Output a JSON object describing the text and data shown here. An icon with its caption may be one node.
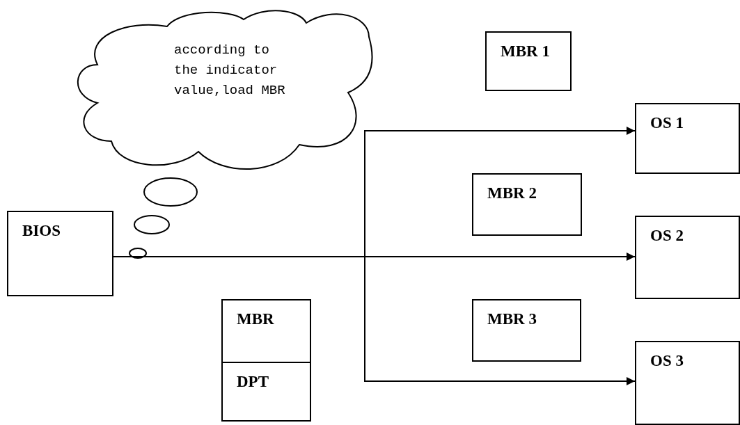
{
  "diagram": {
    "nodes": [
      {
        "text": [
          "according to the indicator value,load MBR"
        ]
      },
      {
        "text": [
          "MBR 1"
        ]
      },
      {
        "text": [
          "OS 1"
        ]
      },
      {
        "text": [
          "MBR 2"
        ]
      },
      {
        "text": [
          "BIOS"
        ]
      },
      {
        "text": [
          "OS 2"
        ]
      },
      {
        "text": [
          "MBR"
        ]
      },
      {
        "text": [
          "DPT"
        ]
      },
      {
        "text": [
          "MBR 3"
        ]
      },
      {
        "text": [
          "OS 3"
        ]
      }
    ],
    "edges": [
      {
        "from": 4,
        "to": 2,
        "arrow": "to"
      },
      {
        "from": 4,
        "to": 5,
        "arrow": "to"
      },
      {
        "from": 4,
        "to": 9,
        "arrow": "to"
      }
    ]
  }
}
